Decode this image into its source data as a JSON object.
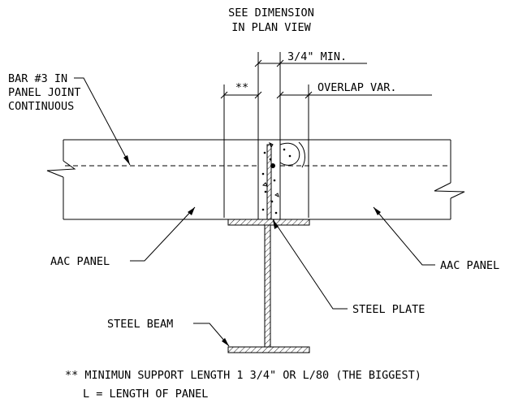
{
  "labels": {
    "see_dimension_line1": "SEE DIMENSION",
    "see_dimension_line2": "IN PLAN VIEW",
    "min_dim": "3/4\" MIN.",
    "support_mark": "**",
    "overlap": "OVERLAP VAR.",
    "bar_line1": "BAR #3 IN",
    "bar_line2": "PANEL JOINT",
    "bar_line3": "CONTINUOUS",
    "panel_left": "AAC PANEL",
    "panel_right": "AAC PANEL",
    "steel_plate": "STEEL PLATE",
    "steel_beam": "STEEL BEAM"
  },
  "notes": {
    "note1": "** MINIMUN SUPPORT LENGTH 1 3/4\" OR L/80 (THE BIGGEST)",
    "note2": "L = LENGTH OF PANEL"
  }
}
